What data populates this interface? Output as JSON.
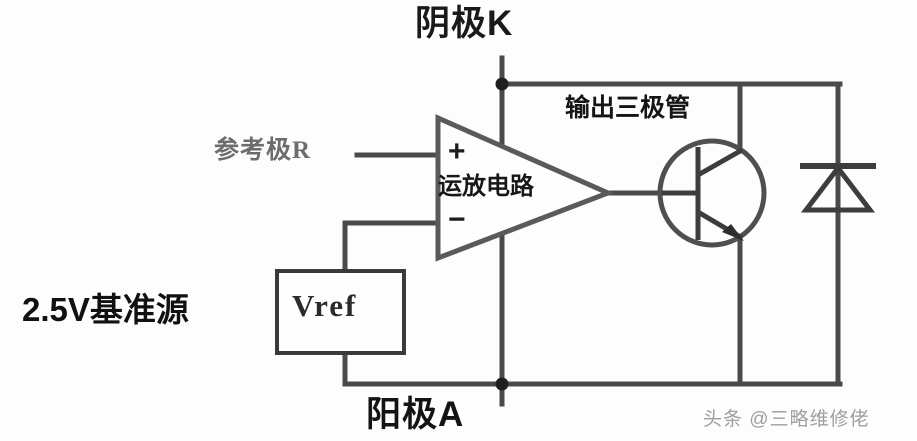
{
  "diagram": {
    "title_labels": {
      "cathode": "阴极K",
      "anode": "阳极A",
      "reference": "参考极R",
      "opamp": "运放电路",
      "transistor": "输出三极管",
      "source": "2.5V基准源",
      "vref_box": "Vref",
      "plus_input": "+",
      "minus_input": "−"
    },
    "watermark": "头条 @三略维修佬",
    "colors": {
      "wire": "#4a4a4a",
      "text_dark": "#141414",
      "text_gray": "#6d6d6d",
      "watermark": "#9e9e9e",
      "background": "#fdfdfd",
      "box_border": "#3a3a3a"
    },
    "components": [
      {
        "name": "op-amp",
        "type": "triangle",
        "label": "运放电路"
      },
      {
        "name": "output-transistor",
        "type": "npn-bjt",
        "label": "输出三极管"
      },
      {
        "name": "reference-source",
        "type": "box",
        "label": "Vref"
      },
      {
        "name": "shunt-diode",
        "type": "diode",
        "label": ""
      }
    ],
    "terminals": [
      {
        "name": "cathode",
        "label": "阴极K",
        "position": "top"
      },
      {
        "name": "anode",
        "label": "阳极A",
        "position": "bottom"
      },
      {
        "name": "reference",
        "label": "参考极R",
        "position": "left"
      }
    ]
  }
}
